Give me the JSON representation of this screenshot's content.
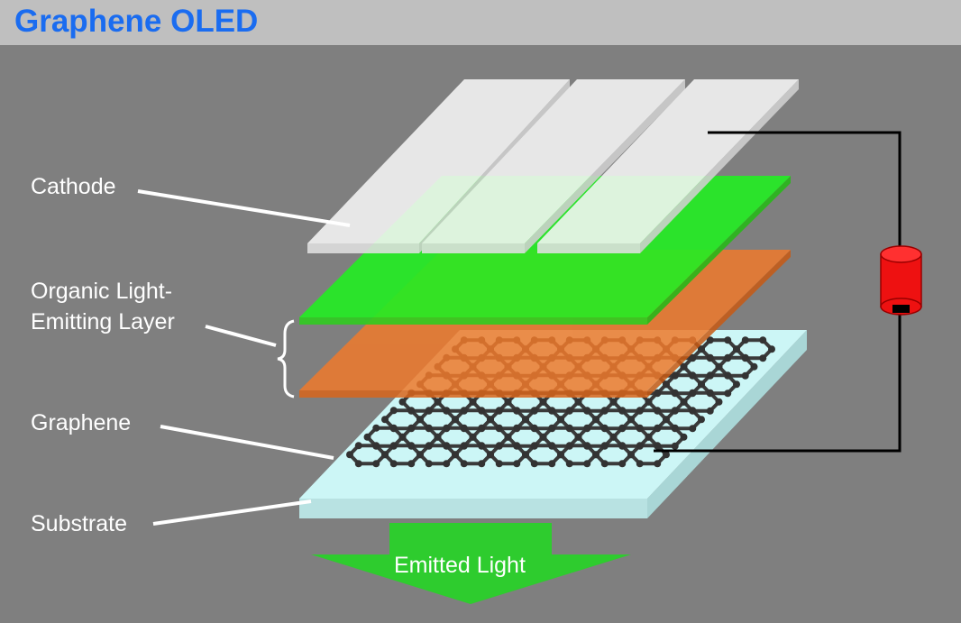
{
  "title": "Graphene OLED",
  "labels": {
    "cathode": "Cathode",
    "organic_1": "Organic Light-",
    "organic_2": "Emitting Layer",
    "graphene": "Graphene",
    "substrate": "Substrate",
    "emitted": "Emitted Light"
  },
  "colors": {
    "title": "#1a6cf0",
    "green": "#22ee22",
    "orange": "#ef7a2c",
    "substrate": "#ccf6f6",
    "cathode": "#f4f4f4",
    "led": "#ee1111",
    "arrow": "#2ecc2e"
  }
}
